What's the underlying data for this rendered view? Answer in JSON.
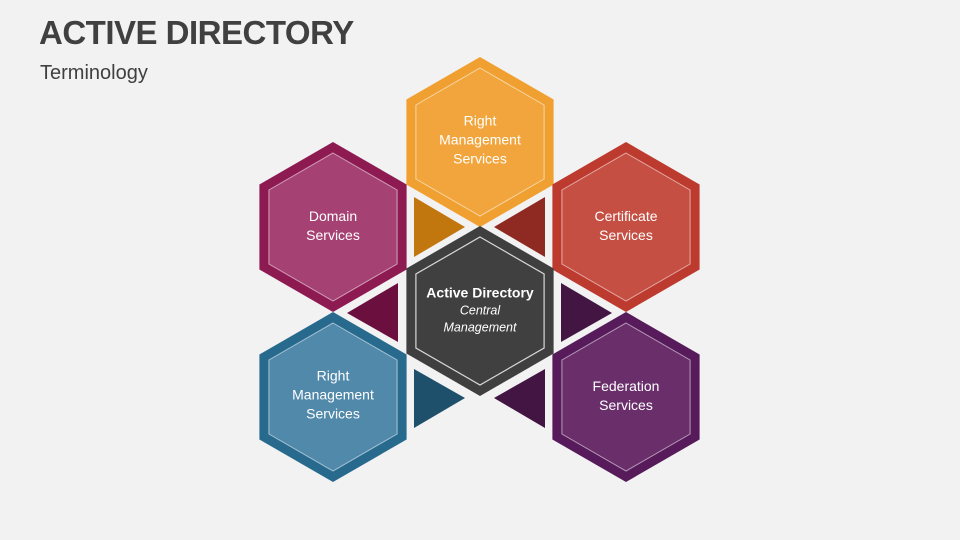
{
  "header": {
    "title": "ACTIVE DIRECTORY",
    "subtitle": "Terminology"
  },
  "center": {
    "title": "Active Directory",
    "sub1": "Central",
    "sub2": "Management",
    "outer": "#3f3f3f",
    "fill": "#404040"
  },
  "hexes": [
    {
      "id": "top",
      "lines": [
        "Right",
        "Management",
        "Services"
      ],
      "outer": "#f0a030",
      "fill": "#f2a53c",
      "tri": "#c2760e"
    },
    {
      "id": "domain",
      "lines": [
        "Domain",
        "Services"
      ],
      "outer": "#8e1a52",
      "fill": "#a64273",
      "tri": "#6b0f3e"
    },
    {
      "id": "certificate",
      "lines": [
        "Certificate",
        "Services"
      ],
      "outer": "#bd3a2e",
      "fill": "#c54f43",
      "tri": "#8e2a22"
    },
    {
      "id": "right-mgmt",
      "lines": [
        "Right",
        "Management",
        "Services"
      ],
      "outer": "#286a8e",
      "fill": "#5189ab",
      "tri": "#1e506c"
    },
    {
      "id": "federation",
      "lines": [
        "Federation",
        "Services"
      ],
      "outer": "#571a5a",
      "fill": "#6a2f6b",
      "tri": "#431542"
    }
  ]
}
